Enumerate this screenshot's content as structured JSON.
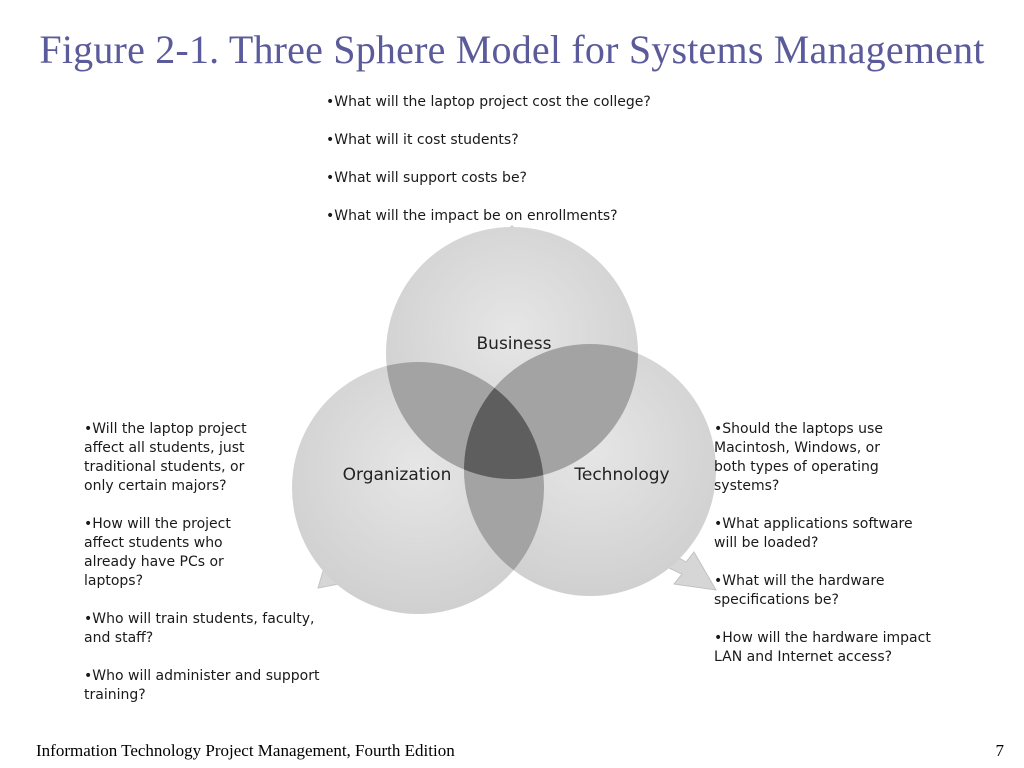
{
  "title": "Figure 2-1. Three Sphere Model for Systems Management",
  "spheres": {
    "business": "Business",
    "organization": "Organization",
    "technology": "Technology"
  },
  "business_questions": [
    "•What will the laptop project cost the college?",
    "•What will it cost students?",
    "•What will support costs be?",
    "•What will the impact be on  enrollments?"
  ],
  "organization_questions": [
    "•Will the laptop project\naffect all students, just\ntraditional students, or\nonly certain majors?",
    "•How will the project\naffect students who\nalready have PCs or\nlaptops?",
    "•Who will train students, faculty,\nand staff?",
    "•Who will administer and support\ntraining?"
  ],
  "technology_questions": [
    "•Should the laptops use\n Macintosh, Windows, or\nboth types of operating\nsystems?",
    "  •What applications software\n  will be loaded?",
    " •What will the hardware\nspecifications be?",
    "•How will the hardware impact\nLAN and Internet access?"
  ],
  "footer": {
    "source": "Information Technology Project Management, Fourth Edition",
    "page": "7"
  },
  "colors": {
    "title": "#5b5b9b",
    "sphere_fill": "#d9d9d9",
    "overlap_two": "#a3a3a3",
    "overlap_center": "#5e5e5e"
  }
}
